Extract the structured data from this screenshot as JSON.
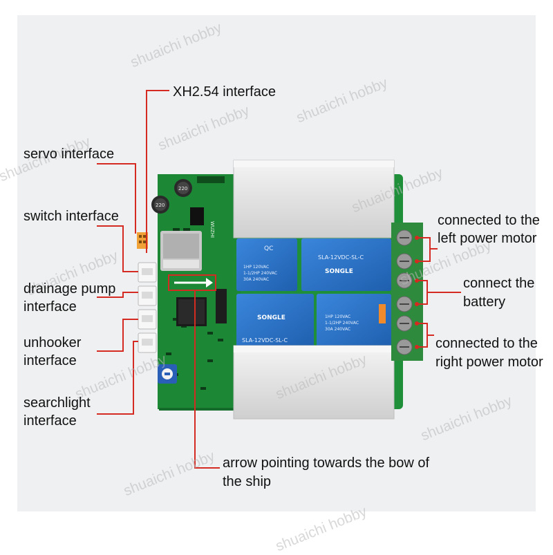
{
  "watermark": {
    "text": "shuaichi hobby"
  },
  "labels": {
    "xh254": "XH2.54 interface",
    "servo": "servo interface",
    "switch": "switch interface",
    "drainage_line1": "drainage pump",
    "drainage_line2": "interface",
    "unhooker_line1": "unhooker",
    "unhooker_line2": "interface",
    "searchlight_line1": "searchlight",
    "searchlight_line2": "interface",
    "arrow_line1": "arrow pointing towards the bow of",
    "arrow_line2": "the ship",
    "left_motor_line1": "connected to the",
    "left_motor_line2": "left power motor",
    "battery_line1": "connect the",
    "battery_line2": "battery",
    "right_motor_line1": "connected to the",
    "right_motor_line2": "right power motor"
  },
  "board": {
    "relay_brand": "SONGLE",
    "relay_model": "SLA-12VDC-SL-C",
    "relay_spec_1": "1HP 120VAC",
    "relay_spec_2": "1-1/2HP 240VAC",
    "relay_spec_3": "30A 240VAC",
    "capacitor_1": "220",
    "capacitor_2": "220",
    "board_text": "WUZHI"
  },
  "colors": {
    "pcb_green": "#1f8f3a",
    "leader_red": "#d42a22",
    "relay_blue": "#2a6fc4",
    "heatsink": "#e2e2e2",
    "terminal_green": "#2e8a3c",
    "watermark": "#b9b9b9"
  }
}
